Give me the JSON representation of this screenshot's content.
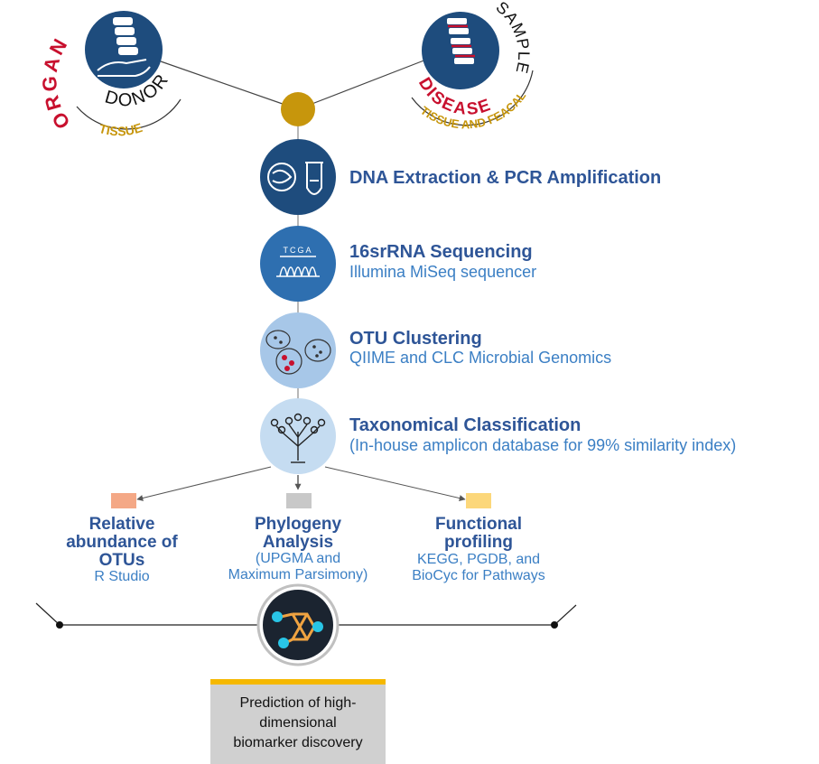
{
  "sources": {
    "organ": {
      "word1": "ORGAN",
      "word2": "DONOR",
      "tag": "TISSUE"
    },
    "disease": {
      "word1": "DISEASE",
      "word2": "SAMPLE",
      "tag": "TISSUE AND FEACAL"
    }
  },
  "steps": [
    {
      "title": "DNA Extraction & PCR Amplification",
      "subtitle": ""
    },
    {
      "title": "16srRNA Sequencing",
      "subtitle": "Illumina MiSeq sequencer"
    },
    {
      "title": "OTU Clustering",
      "subtitle": "QIIME and CLC Microbial Genomics"
    },
    {
      "title": "Taxonomical Classification",
      "subtitle": "(In-house amplicon database for 99% similarity index)"
    }
  ],
  "sequencing_icon_text": "TCGA",
  "branches": [
    {
      "title_lines": [
        "Relative",
        "abundance of",
        "OTUs"
      ],
      "sub_lines": [
        "R Studio"
      ],
      "color": "#f4a886"
    },
    {
      "title_lines": [
        "Phylogeny",
        "Analysis"
      ],
      "sub_lines": [
        "(UPGMA and",
        "Maximum Parsimony)"
      ],
      "color": "#c8c8c8"
    },
    {
      "title_lines": [
        "Functional",
        "profiling"
      ],
      "sub_lines": [
        "KEGG, PGDB, and",
        "BioCyc for Pathways"
      ],
      "color": "#fcd77a"
    }
  ],
  "prediction": {
    "lines": [
      "Prediction of high-",
      "dimensional",
      "biomarker discovery"
    ]
  },
  "colors": {
    "dark_blue": "#1e4c7d",
    "mid_blue": "#2e6fb0",
    "light_blue": "#a7c7e8",
    "pale_blue": "#c5dcf1",
    "accent_gold": "#c7960c",
    "accent_red": "#c8102e",
    "ml_dark": "#1b2430",
    "ml_cyan": "#29c5e6",
    "ml_orange": "#f0a341"
  }
}
